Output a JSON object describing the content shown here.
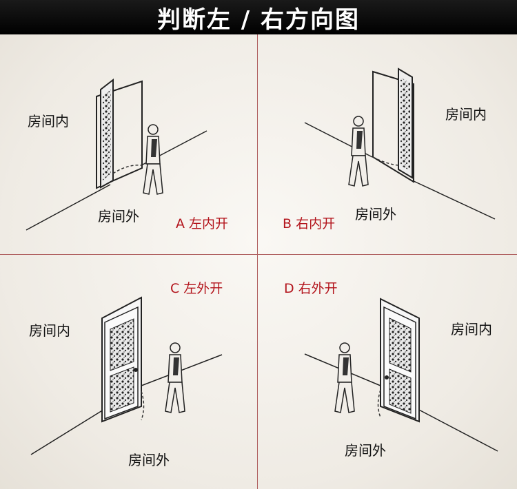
{
  "title": "判断左 / 右方向图",
  "room_inside": "房间内",
  "room_outside": "房间外",
  "panels": [
    {
      "id": "A",
      "caption": "A 左内开"
    },
    {
      "id": "B",
      "caption": "B 右内开"
    },
    {
      "id": "C",
      "caption": "C 左外开"
    },
    {
      "id": "D",
      "caption": "D 右外开"
    }
  ],
  "colors": {
    "caption": "#b3141c",
    "divider": "#b06060",
    "title_bg": "#000000",
    "title_text": "#ffffff"
  }
}
